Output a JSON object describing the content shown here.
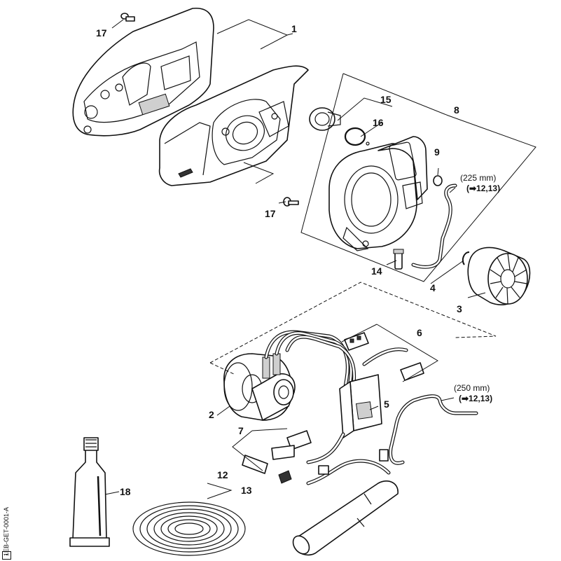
{
  "callouts": {
    "c1": "1",
    "c2": "2",
    "c3": "3",
    "c4": "4",
    "c5": "5",
    "c6": "6",
    "c7": "7",
    "c8": "8",
    "c9": "9",
    "c12": "12",
    "c13": "13",
    "c14": "14",
    "c15": "15",
    "c16": "16",
    "c17a": "17",
    "c17b": "17",
    "c18": "18"
  },
  "notes": {
    "hose_short_length": "(225 mm)",
    "hose_short_ref": "(➡12,13)",
    "hose_long_length": "(250 mm)",
    "hose_long_ref": "(➡12,13)"
  },
  "doc_id": "1EB-GET-0001-A"
}
